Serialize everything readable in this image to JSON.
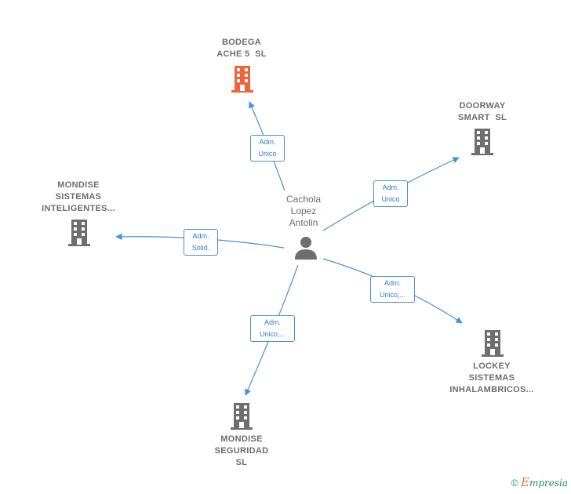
{
  "center": {
    "name": "Cachola\nLopez\nAntolin",
    "icon": "person-icon"
  },
  "nodes": [
    {
      "id": "bodega",
      "name": "BODEGA\nACHE 5  SL",
      "icon": "building-icon",
      "color": "#f0643c",
      "role": "Adm.\nUnico"
    },
    {
      "id": "doorway",
      "name": "DOORWAY\nSMART  SL",
      "icon": "building-icon",
      "color": "#6e6e6e",
      "role": "Adm.\nUnico"
    },
    {
      "id": "mondise-sistemas",
      "name": "MONDISE\nSISTEMAS\nINTELIGENTES...",
      "icon": "building-icon",
      "color": "#6e6e6e",
      "role": "Adm.\nSolid."
    },
    {
      "id": "lockey",
      "name": "LOCKEY\nSISTEMAS\nINHALAMBRICOS...",
      "icon": "building-icon",
      "color": "#6e6e6e",
      "role": "Adm.\nUnico,..."
    },
    {
      "id": "mondise-seguridad",
      "name": "MONDISE\nSEGURIDAD\nSL",
      "icon": "building-icon",
      "color": "#6e6e6e",
      "role": "Adm.\nUnico,..."
    }
  ],
  "colors": {
    "edge": "#4a90d9",
    "text": "#6e6e6e",
    "highlight": "#f0643c"
  },
  "credit": {
    "symbol": "©",
    "brand_initial": "E",
    "brand_rest": "mpresia"
  }
}
